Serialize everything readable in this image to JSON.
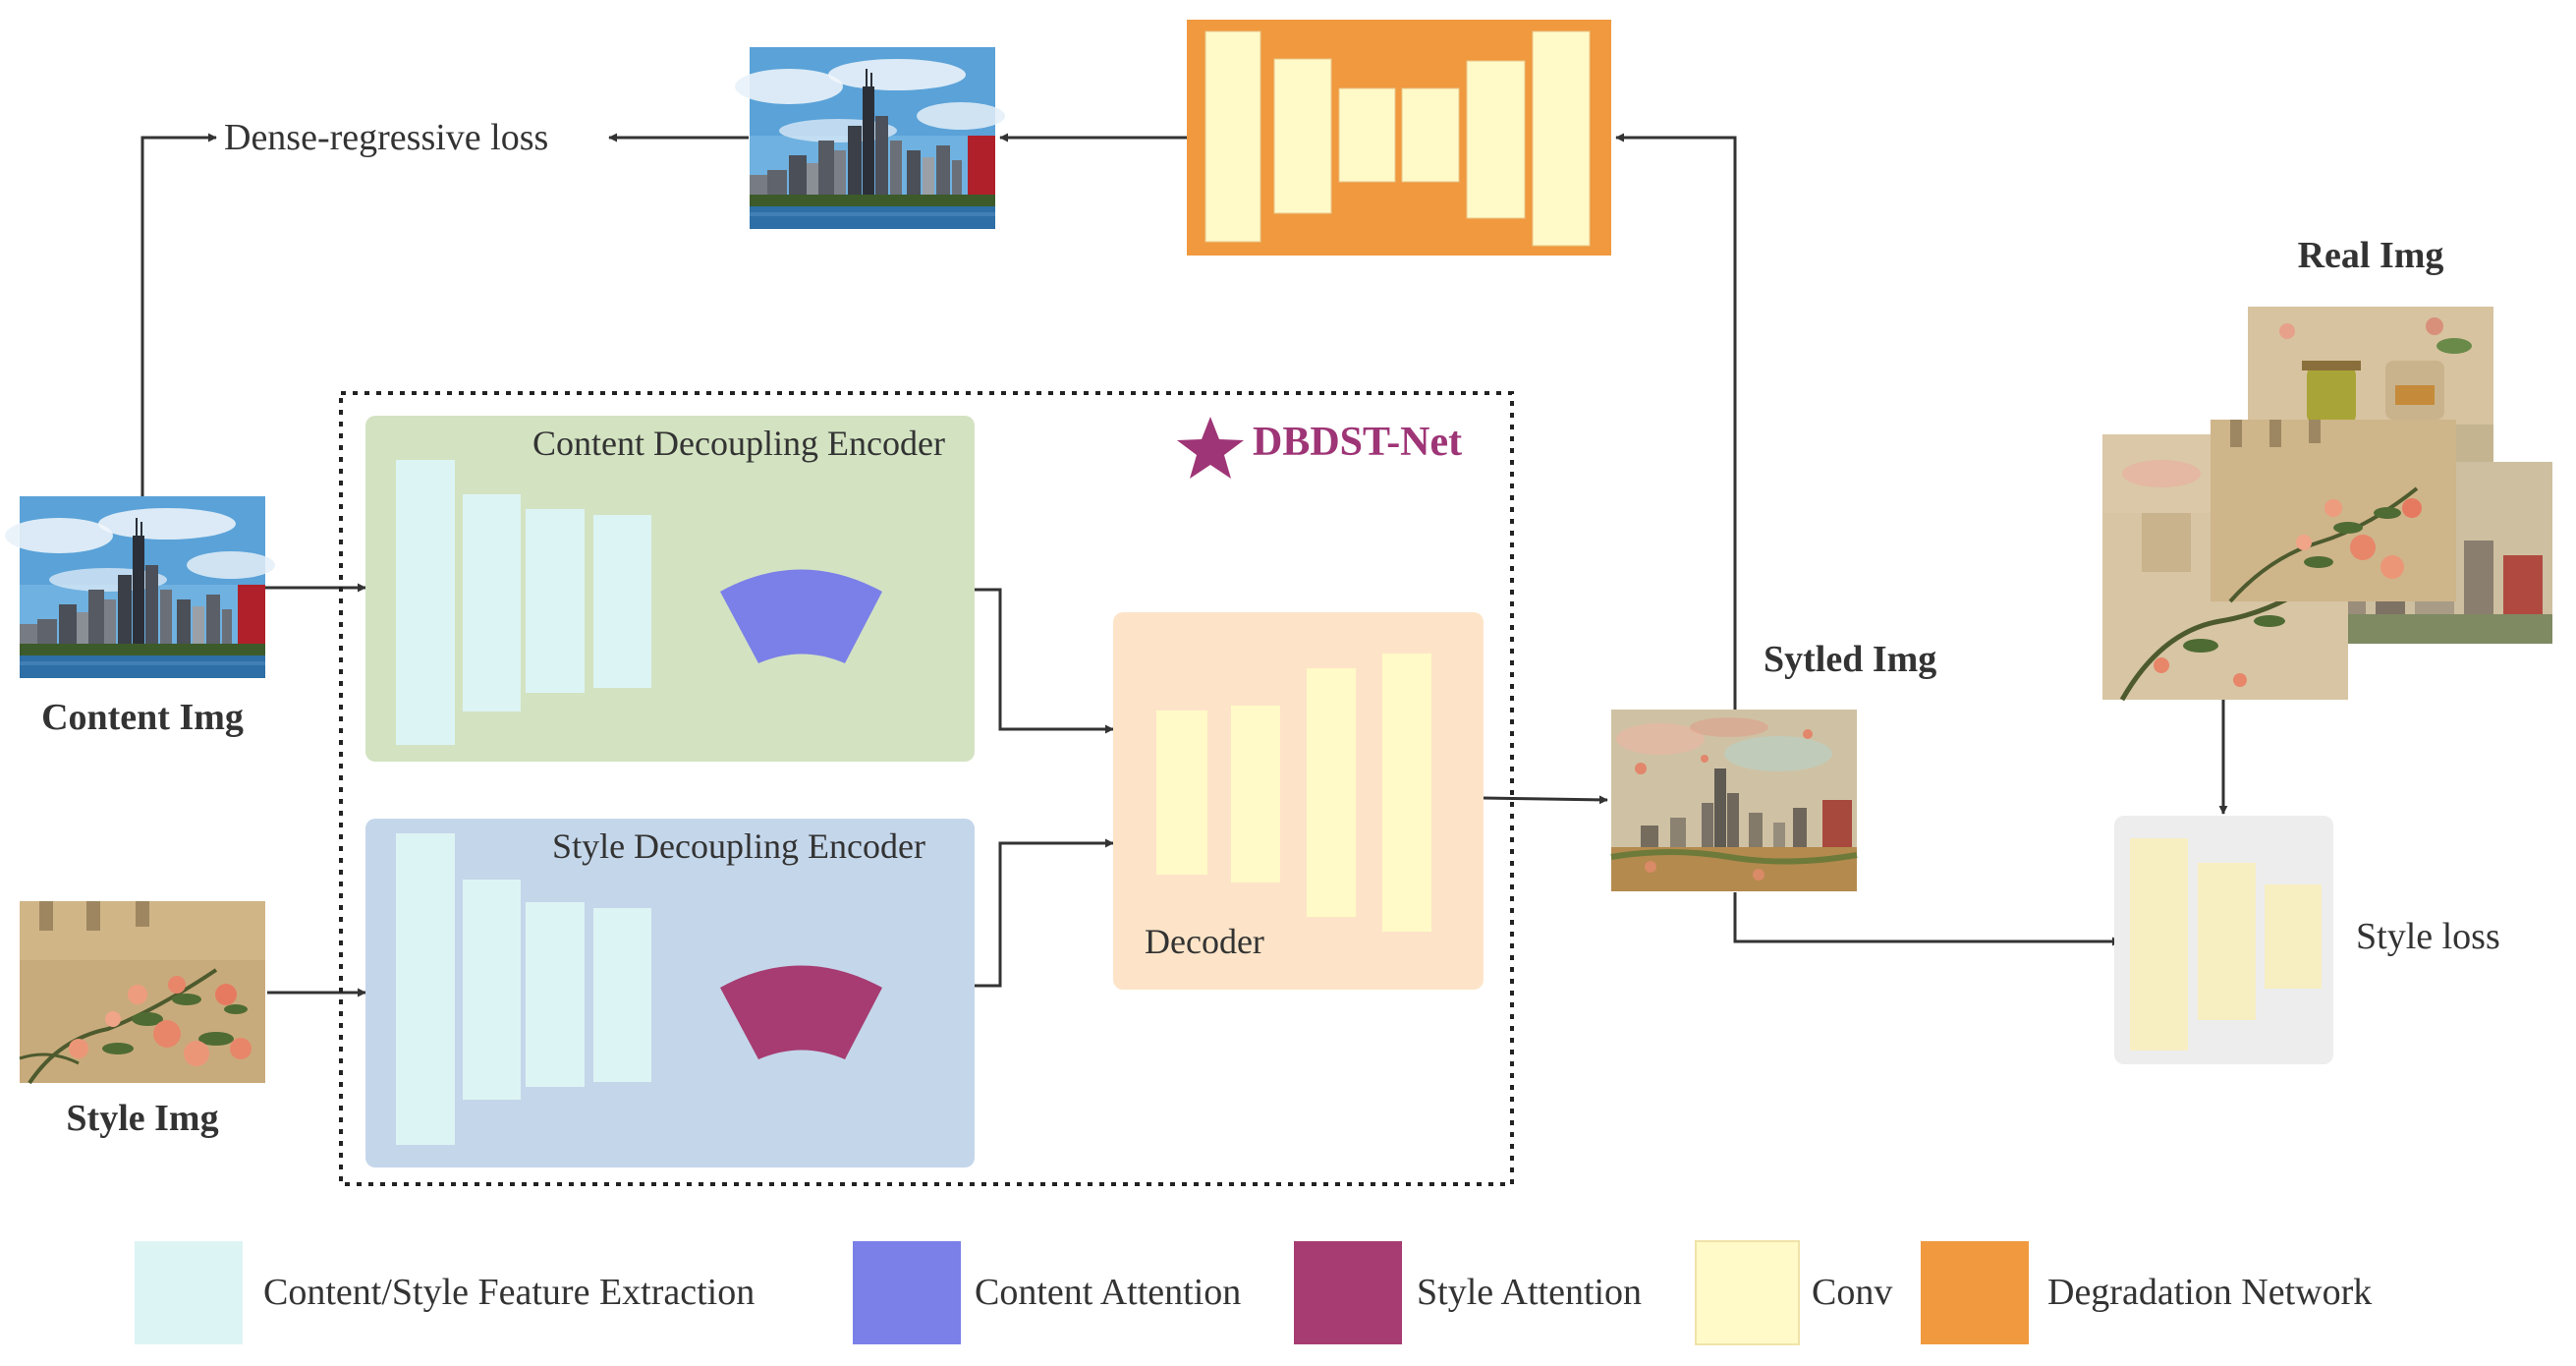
{
  "labels": {
    "dense_loss": "Dense-regressive loss",
    "content_img": "Content Img",
    "style_img": "Style Img",
    "content_encoder": "Content Decoupling Encoder",
    "style_encoder": "Style Decoupling Encoder",
    "network_name": "DBDST-Net",
    "decoder": "Decoder",
    "styled_img": "Sytled Img",
    "real_img": "Real Img",
    "style_loss": "Style loss"
  },
  "legend": [
    {
      "label": "Content/Style Feature Extraction",
      "color": "#DDF4F4"
    },
    {
      "label": "Content Attention",
      "color": "#7B80E8"
    },
    {
      "label": "Style Attention",
      "color": "#A63C72"
    },
    {
      "label": "Conv",
      "color": "#FFFAC8"
    },
    {
      "label": "Degradation Network",
      "color": "#F0993F"
    }
  ],
  "colors": {
    "content_encoder_bg": "#D3E3C2",
    "style_encoder_bg": "#C4D6EA",
    "decoder_bg": "#FDE4C8",
    "degradation_bg": "#F0993F",
    "style_loss_bg": "#EDEDED",
    "feature_block": "#DDF4F4",
    "conv_block": "#FFFAC8",
    "content_attention": "#7B80E8",
    "style_attention": "#A63C72",
    "network_star": "#9E3576"
  },
  "icons": {
    "network_star": "star-icon"
  }
}
